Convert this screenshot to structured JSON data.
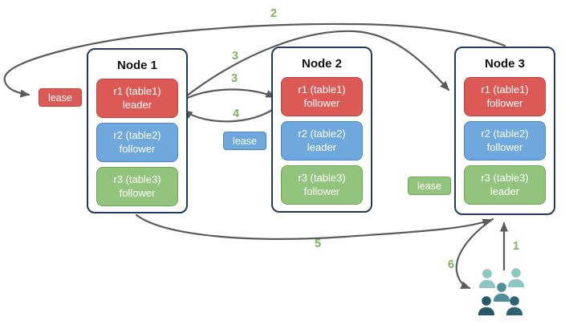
{
  "colors": {
    "replica_red": "#dc5a55",
    "replica_red_border": "#c4423e",
    "replica_blue": "#6fa8dc",
    "replica_blue_border": "#4a86c8",
    "replica_green": "#93c47d",
    "replica_green_border": "#69a84f",
    "node_border": "#24395e",
    "arrow": "#5b5b5b",
    "step_label": "#7ab55c",
    "people_light": "#8ec6c4",
    "people_medium": "#4f8f98",
    "people_dark": "#2a5c6d"
  },
  "nodes": [
    {
      "title": "Node 1",
      "replicas": [
        {
          "name": "r1 (table1)",
          "role": "leader"
        },
        {
          "name": "r2 (table2)",
          "role": "follower"
        },
        {
          "name": "r3 (table3)",
          "role": "follower"
        }
      ]
    },
    {
      "title": "Node 2",
      "replicas": [
        {
          "name": "r1 (table1)",
          "role": "follower"
        },
        {
          "name": "r2 (table2)",
          "role": "leader"
        },
        {
          "name": "r3 (table3)",
          "role": "follower"
        }
      ]
    },
    {
      "title": "Node 3",
      "replicas": [
        {
          "name": "r1 (table1)",
          "role": "follower"
        },
        {
          "name": "r2 (table2)",
          "role": "follower"
        },
        {
          "name": "r3 (table3)",
          "role": "leader"
        }
      ]
    }
  ],
  "leases": [
    {
      "label": "lease",
      "color": "#dc5a55"
    },
    {
      "label": "lease",
      "color": "#6fa8dc"
    },
    {
      "label": "lease",
      "color": "#93c47d"
    }
  ],
  "steps": {
    "s1": "1",
    "s2": "2",
    "s3a": "3",
    "s3b": "3",
    "s4": "4",
    "s5": "5",
    "s6": "6"
  }
}
